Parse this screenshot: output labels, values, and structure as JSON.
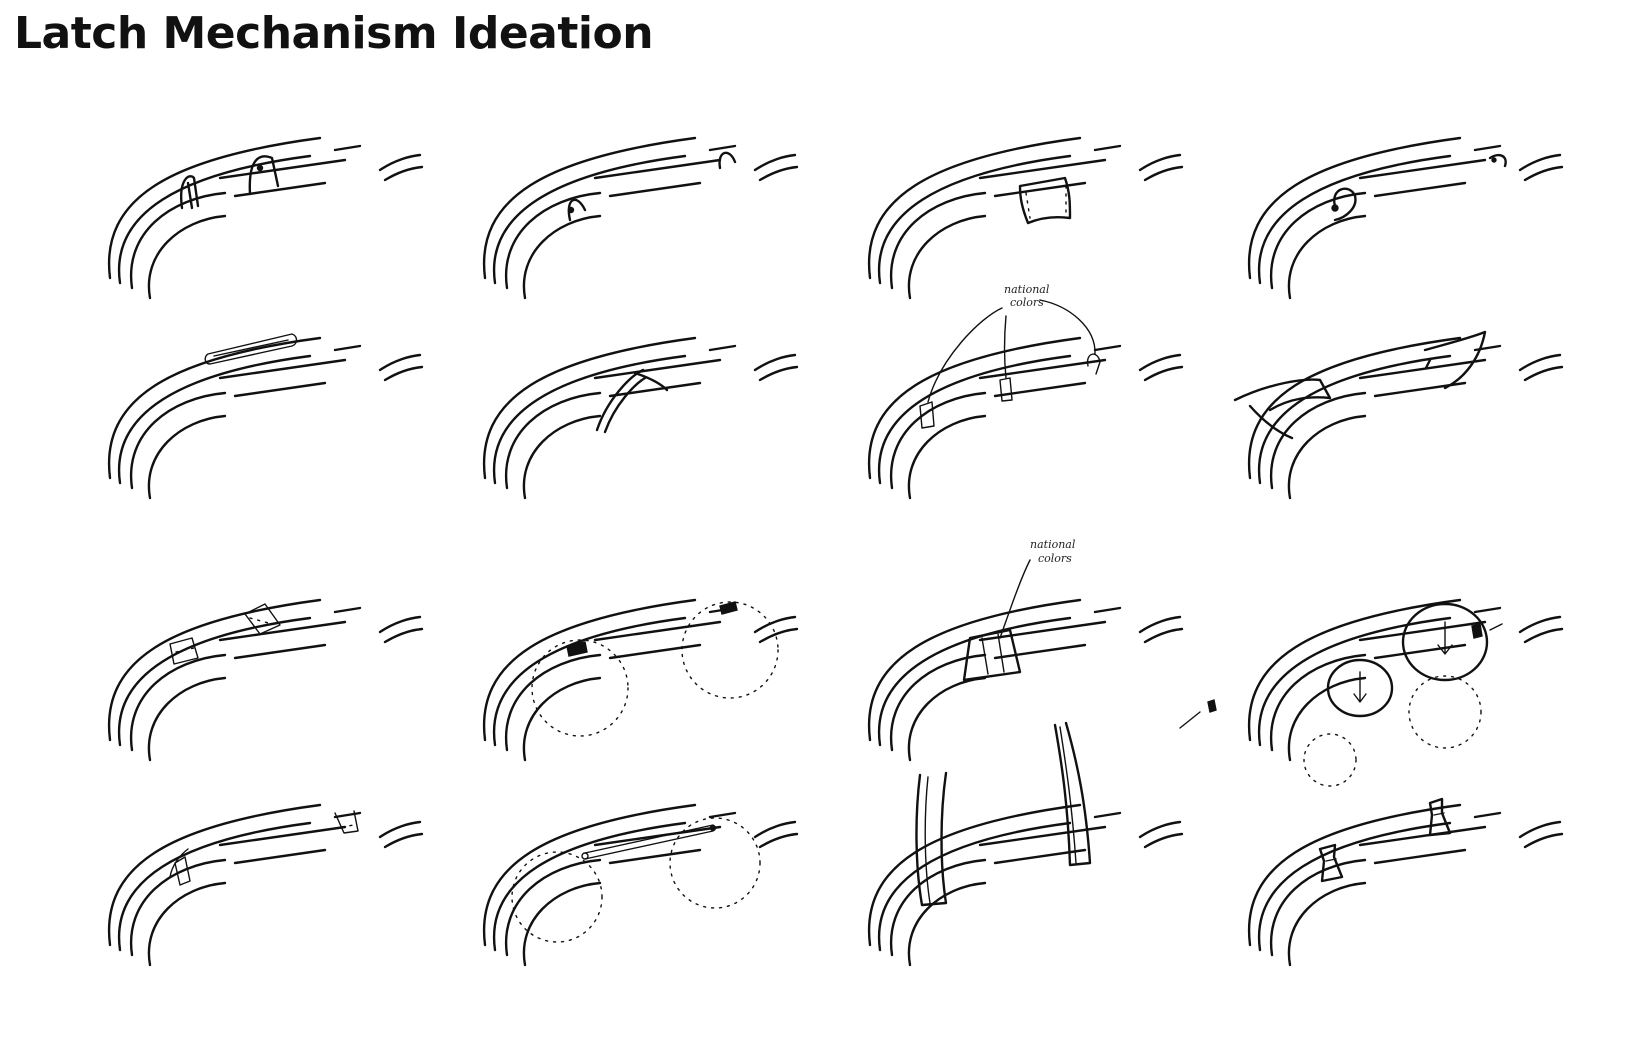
{
  "page": {
    "title": "Latch Mechanism Ideation"
  },
  "annotations": [
    {
      "id": "note-sketch-7",
      "lines": [
        "national",
        "colors"
      ]
    },
    {
      "id": "note-sketch-11",
      "lines": [
        "national",
        "colors"
      ]
    }
  ],
  "colors": {
    "ink": "#111111",
    "background": "#ffffff"
  }
}
